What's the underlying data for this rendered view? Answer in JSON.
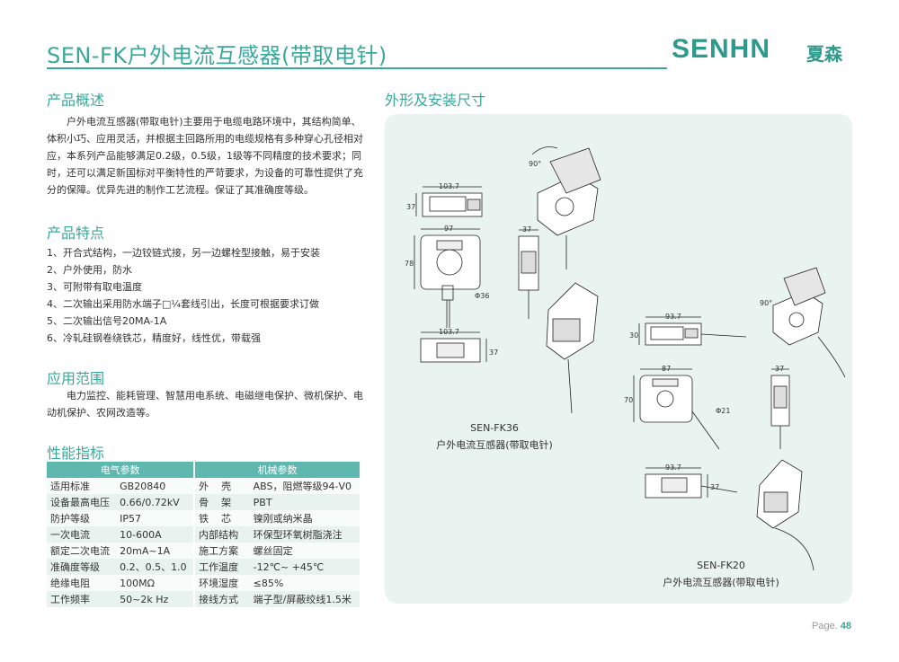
{
  "header": {
    "title": "SEN-FK户外电流互感器(带取电针)",
    "brand": "SENHN",
    "brand_cn": "夏森"
  },
  "overview": {
    "heading": "产品概述",
    "text": "户外电流互感器(带取电针)主要用于电缆电路环境中，其结构简单、体积小巧、应用灵活，并根据主回路所用的电缆规格有多种穿心孔径相对应，本系列产品能够满足0.2级，0.5级，1级等不同精度的技术要求；同时，还可以满足新国标对平衡特性的严苛要求，为设备的可靠性提供了充分的保障。优异先进的制作工艺流程。保证了其准确度等级。"
  },
  "features": {
    "heading": "产品特点",
    "items": [
      "1、开合式结构，一边铰链式接，另一边螺栓型接触，易于安装",
      "2、户外使用，防水",
      "3、可附带有取电温度",
      "4、二次输出采用防水端子□¼套线引出，长度可根据要求订做",
      "5、二次输出信号20MA-1A",
      "6、冷轧硅钢卷绕铁芯，精度好，线性优，带载强"
    ]
  },
  "applications": {
    "heading": "应用范围",
    "text": "电力监控、能耗管理、智慧用电系统、电磁继电保护、微机保护、电动机保护、农网改造等。"
  },
  "specs": {
    "heading": "性能指标",
    "col1_header": "电气参数",
    "col2_header": "机械参数",
    "rows": [
      {
        "k1": "适用标准",
        "v1": "GB20840",
        "k2": "外壳",
        "v2": "ABS，阻燃等级94-V0"
      },
      {
        "k1": "设备最高电压",
        "v1": "0.66/0.72kV",
        "k2": "骨架",
        "v2": "PBT"
      },
      {
        "k1": "防护等级",
        "v1": "IP57",
        "k2": "铁芯",
        "v2": "镍刚或纳米晶"
      },
      {
        "k1": "一次电流",
        "v1": "10-600A",
        "k2": "内部结构",
        "v2": "环保型环氧树脂浇注"
      },
      {
        "k1": "额定二次电流",
        "v1": "20mA~1A",
        "k2": "施工方案",
        "v2": "螺丝固定"
      },
      {
        "k1": "准确度等级",
        "v1": "0.2、0.5、1.0",
        "k2": "工作温度",
        "v2": "-12℃~ +45℃"
      },
      {
        "k1": "绝缘电阻",
        "v1": "100MΩ",
        "k2": "环境湿度",
        "v2": "≤85%"
      },
      {
        "k1": "工作频率",
        "v1": "50~2k Hz",
        "k2": "接线方式",
        "v2": "端子型/屏蔽绞线1.5米"
      }
    ]
  },
  "dimensions": {
    "heading": "外形及安装尺寸",
    "fk36": {
      "model": "SEN-FK36",
      "desc": "户外电流互感器(带取电针)",
      "dim_top": "103.7",
      "dim_top_h": "37",
      "dim_front_w": "97",
      "dim_front_h": "78",
      "dim_hole": "Φ36",
      "dim_side": "37",
      "dim_bottom": "103.7",
      "dim_bottom_h": "37",
      "angle": "90°"
    },
    "fk20": {
      "model": "SEN-FK20",
      "desc": "户外电流互感器(带取电针)",
      "dim_top": "93.7",
      "dim_top_h": "30",
      "dim_front_w": "87",
      "dim_front_h": "70",
      "dim_hole": "Φ21",
      "dim_side": "37",
      "dim_bottom": "93.7",
      "dim_bottom_h": "37",
      "angle": "90°"
    }
  },
  "footer": {
    "page_label": "Page.",
    "page_number": "48"
  },
  "colors": {
    "accent": "#3aa89a",
    "table_header": "#5fb8ad",
    "panel_bg": "#e9f3ef"
  }
}
